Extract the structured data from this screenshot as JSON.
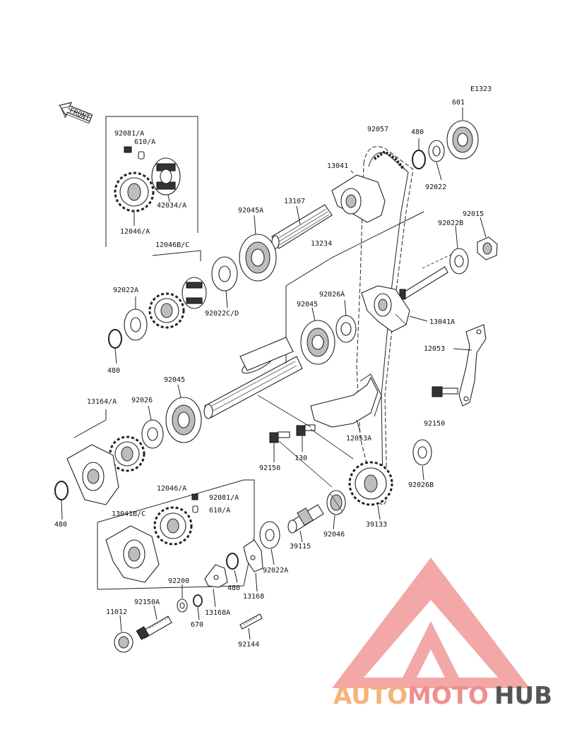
{
  "diagram_code": "E1323",
  "front_label": "FRONT",
  "labels": {
    "p601": "601",
    "p92057": "92057",
    "p480_top": "480",
    "p92022": "92022",
    "p13041": "13041",
    "p13107": "13107",
    "p92045A": "92045A",
    "p92081A_top": "92081/A",
    "p610A_top": "610/A",
    "p42034A": "42034/A",
    "p12046A_top": "12046/A",
    "p12046BC": "12046B/C",
    "p13234": "13234",
    "p92015": "92015",
    "p92022B": "92022B",
    "p92022A_mid": "92022A",
    "p92022CD": "92022C/D",
    "p92045_mid": "92045",
    "p92026A": "92026A",
    "p13041A": "13041A",
    "p12053": "12053",
    "p480_left": "480",
    "p92045_low": "92045",
    "p92026": "92026",
    "p13164A": "13164/A",
    "p92150_right": "92150",
    "p12053A": "12053A",
    "p92150_mid": "92150",
    "p130": "130",
    "p92026B": "92026B",
    "p480_low": "480",
    "p12046A_low": "12046/A",
    "p92081A_low": "92081/A",
    "p610A_low": "610/A",
    "p13041BC": "13041B/C",
    "p39133": "39133",
    "p92046": "92046",
    "p39115": "39115",
    "p92022A_low": "92022A",
    "p13168": "13168",
    "p480_bottom": "480",
    "p92200": "92200",
    "p92150A": "92150A",
    "p11012": "11012",
    "p13168A": "13168A",
    "p670": "670",
    "p92144": "92144"
  },
  "watermark": {
    "part1": "AUTO",
    "part2": "MOTO",
    "part3": "HUB",
    "color1": "#f5b37a",
    "color2": "#ef8f8f",
    "color3": "#555555",
    "logo_color": "#f08a8a"
  }
}
